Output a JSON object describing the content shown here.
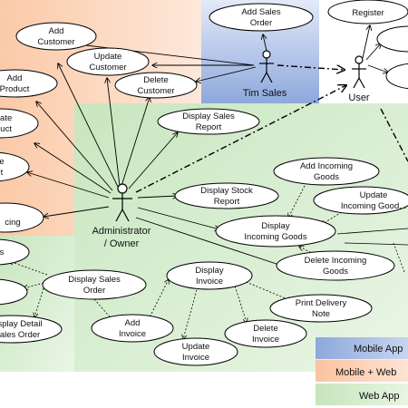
{
  "actors": {
    "tim_sales": "Tim Sales",
    "user": "User",
    "admin_line1": "Administrator",
    "admin_line2": "/ Owner"
  },
  "use_cases": {
    "add_sales_order": [
      "Add Sales",
      "Order"
    ],
    "register": [
      "Register"
    ],
    "add_customer": [
      "Add",
      "Customer"
    ],
    "update_customer": [
      "Update",
      "Customer"
    ],
    "delete_customer": [
      "Delete",
      "Customer"
    ],
    "add_product": [
      "Add",
      "Product"
    ],
    "update_product": [
      "date",
      "duct"
    ],
    "delete_product": [
      "e",
      "t"
    ],
    "pricing": [
      "cing"
    ],
    "display_sales_report": [
      "Display Sales",
      "Report"
    ],
    "add_incoming_goods": [
      "Add Incoming",
      "Goods"
    ],
    "display_stock_report": [
      "Display Stock",
      "Report"
    ],
    "update_incoming_goods": [
      "Update",
      "Incoming Good..."
    ],
    "display_incoming_goods": [
      "Display",
      "Incoming Goods"
    ],
    "delete_incoming_goods": [
      "Delete Incoming",
      "Goods"
    ],
    "left_partial_1": [
      "s"
    ],
    "display_sales_order": [
      "Display Sales",
      "Order"
    ],
    "display_invoice": [
      "Display",
      "Invoice"
    ],
    "print_delivery_note": [
      "Print Delivery",
      "Note"
    ],
    "display_detail_sales_order": [
      "splay Detail",
      "ales Order"
    ],
    "add_invoice": [
      "Add",
      "Invoice"
    ],
    "delete_invoice": [
      "Delete",
      "Invoice"
    ],
    "update_invoice": [
      "Update",
      "Invoice"
    ]
  },
  "legend": {
    "mobile": "Mobile App",
    "mobile_web": "Mobile + Web",
    "web": "Web App"
  },
  "colors": {
    "mobile": "#8ea8dc",
    "mobile_web": "#fbc9a9",
    "web": "#cde8c5"
  }
}
